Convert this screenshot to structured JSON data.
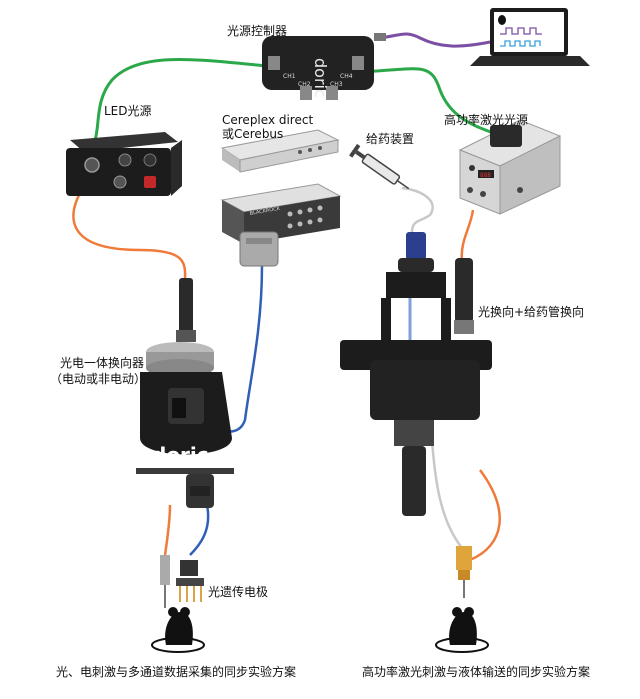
{
  "labels": {
    "controller": "光源控制器",
    "led_source": "LED光源",
    "cereplex_line1": "Cereplex direct",
    "cereplex_line2": "或Cerebus",
    "drug_device": "给药装置",
    "laser_source": "高功率激光光源",
    "rotary_joint_line1": "光电一体换向器",
    "rotary_joint_line2": "（电动或非电动）",
    "fluid_rotary": "光换向+给药管换向",
    "opto_electrode": "光遗传电极"
  },
  "device_text": {
    "controller_brand": "doric",
    "controller_ch1": "CH1",
    "controller_ch2": "CH2",
    "controller_ch3": "CH3",
    "controller_ch4": "CH4",
    "rotary_brand": "doric",
    "rack_brand": "BLACKROCK"
  },
  "captions": {
    "left": "光、电刺激与多通道数据采集的同步实验方案",
    "right": "高功率激光刺激与液体输送的同步实验方案"
  },
  "colors": {
    "usb_cable": "#7b4fa3",
    "bnc_cable": "#2aa84a",
    "optical_fiber": "#f07a3a",
    "data_cable": "#2f5fb8",
    "fluid_tube": "#c8c8c8",
    "device_body": "#1c1c1c"
  }
}
